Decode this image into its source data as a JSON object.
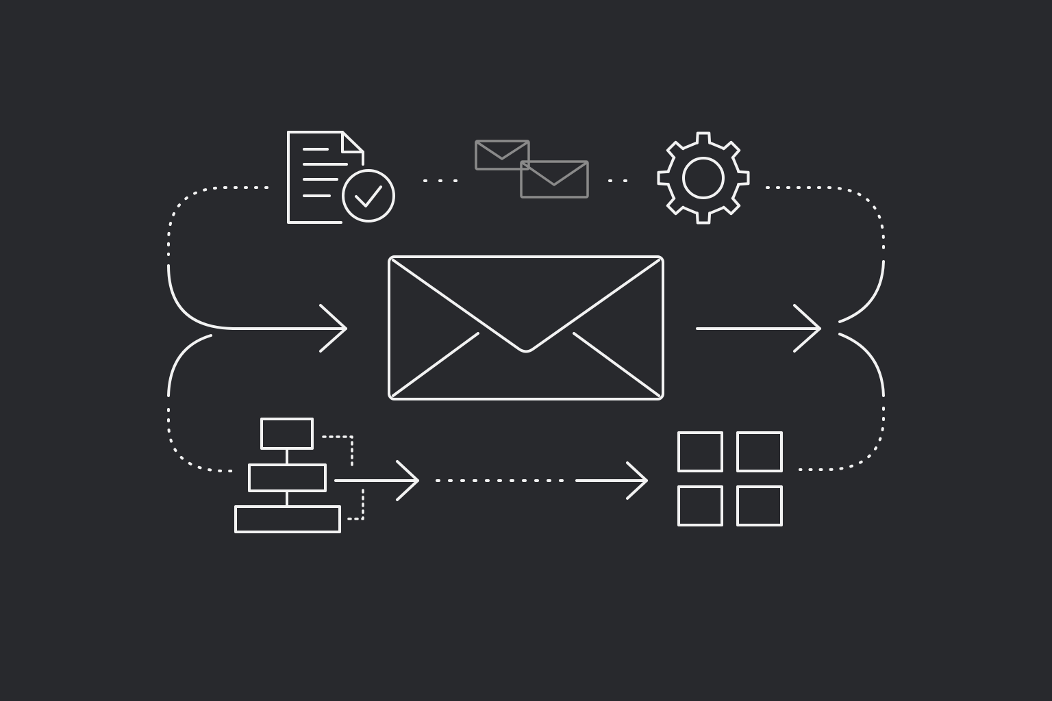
{
  "colors": {
    "background": "#28292d",
    "stroke": "#f2f2f2",
    "muted_stroke": "#8a8a8a"
  },
  "icons": [
    "envelope-icon",
    "document-check-icon",
    "stacked-envelopes-icon",
    "gear-icon",
    "flowchart-blocks-icon",
    "grid-four-squares-icon",
    "arrow-right-icon"
  ],
  "flow": [
    {
      "from": "document-check-icon",
      "to": "stacked-envelopes-icon",
      "style": "dotted"
    },
    {
      "from": "stacked-envelopes-icon",
      "to": "gear-icon",
      "style": "dotted"
    },
    {
      "from": "input-loop",
      "to": "envelope-icon",
      "style": "solid-arrow"
    },
    {
      "from": "envelope-icon",
      "to": "output-loop",
      "style": "solid-arrow"
    },
    {
      "from": "flowchart-blocks-icon",
      "to": "grid-four-squares-icon",
      "style": "dotted-arrow"
    }
  ]
}
